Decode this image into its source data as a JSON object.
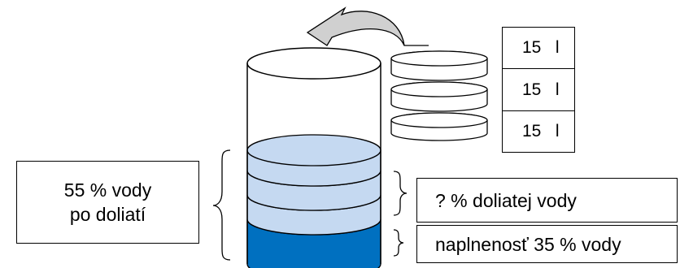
{
  "diagram": {
    "colors": {
      "water_initial": "#0070c0",
      "water_added": "#c5d9f1",
      "arrow_fill": "#d0d0d0",
      "outline": "#000000"
    },
    "labels": {
      "after_fill_line1": "55 % vody",
      "after_fill_line2": "po doliatí",
      "added_water": "? % doliatej vody",
      "initial_fill": "naplnenosť 35 % vody"
    },
    "portions": [
      {
        "amount": "15",
        "unit": "l"
      },
      {
        "amount": "15",
        "unit": "l"
      },
      {
        "amount": "15",
        "unit": "l"
      }
    ],
    "icons": {
      "pour_arrow": "curved-arrow-icon",
      "brace": "curly-brace-icon"
    }
  }
}
